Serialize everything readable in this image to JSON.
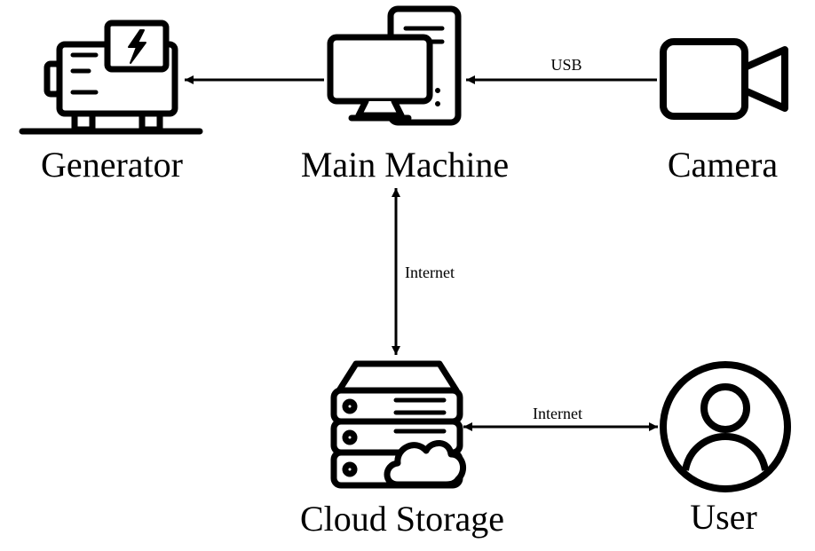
{
  "nodes": {
    "generator": {
      "label": "Generator",
      "icon": "generator-icon"
    },
    "main_machine": {
      "label": "Main Machine",
      "icon": "desktop-computer-icon"
    },
    "camera": {
      "label": "Camera",
      "icon": "video-camera-icon"
    },
    "cloud_storage": {
      "label": "Cloud Storage",
      "icon": "server-cloud-icon"
    },
    "user": {
      "label": "User",
      "icon": "user-circle-icon"
    }
  },
  "edges": {
    "camera_to_main": {
      "label": "USB",
      "direction": "camera-to-main-machine"
    },
    "main_to_generator": {
      "label": "",
      "direction": "main-machine-to-generator"
    },
    "main_cloud": {
      "label": "Internet",
      "direction": "bidirectional"
    },
    "cloud_user": {
      "label": "Internet",
      "direction": "bidirectional"
    }
  },
  "colors": {
    "stroke": "#000000",
    "background": "#ffffff"
  }
}
